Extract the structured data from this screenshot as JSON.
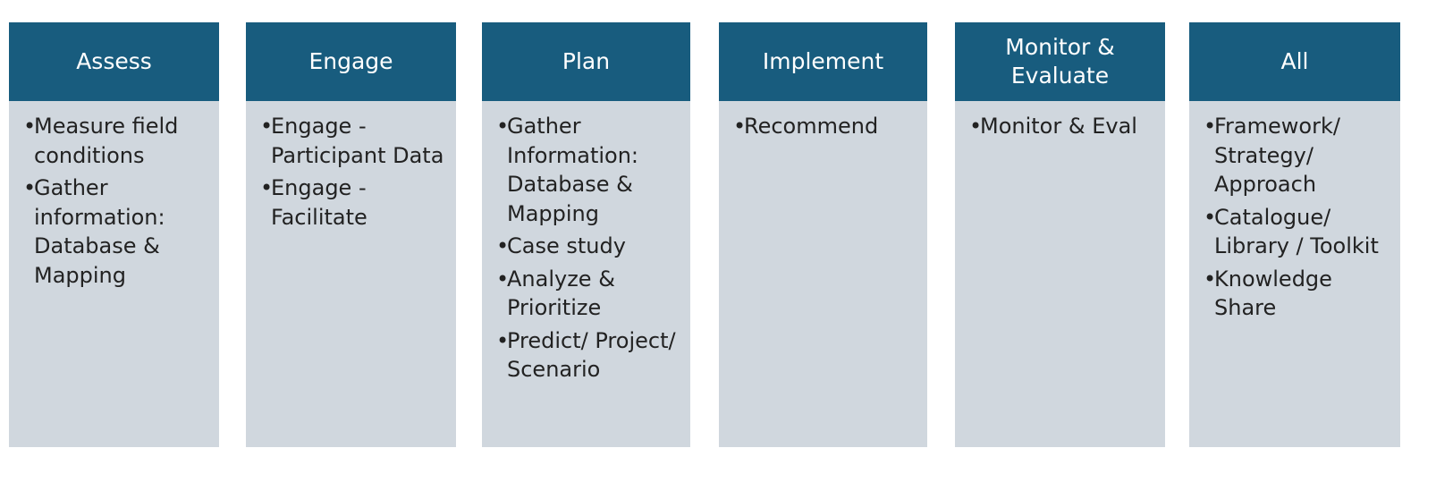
{
  "colors": {
    "header_bg": "#185c7e",
    "header_text": "#ffffff",
    "body_bg": "#d0d7de",
    "body_text": "#222222"
  },
  "bullet_char": "•",
  "columns": [
    {
      "id": "assess",
      "header": [
        "Assess"
      ],
      "items": [
        "Measure field conditions",
        "Gather information: Database & Mapping"
      ]
    },
    {
      "id": "engage",
      "header": [
        "Engage"
      ],
      "items": [
        "Engage - Participant Data",
        "Engage - Facilitate"
      ]
    },
    {
      "id": "plan",
      "header": [
        "Plan"
      ],
      "items": [
        "Gather Information: Database & Mapping",
        "Case study",
        "Analyze & Prioritize",
        "Predict/ Project/ Scenario"
      ]
    },
    {
      "id": "implement",
      "header": [
        "Implement"
      ],
      "items": [
        "Recommend"
      ]
    },
    {
      "id": "monitor-evaluate",
      "header": [
        "Monitor &",
        "Evaluate"
      ],
      "items": [
        "Monitor & Eval"
      ]
    },
    {
      "id": "all",
      "header": [
        "All"
      ],
      "items": [
        "Framework/ Strategy/ Approach",
        "Catalogue/ Library / Toolkit",
        "Knowledge Share"
      ]
    }
  ]
}
